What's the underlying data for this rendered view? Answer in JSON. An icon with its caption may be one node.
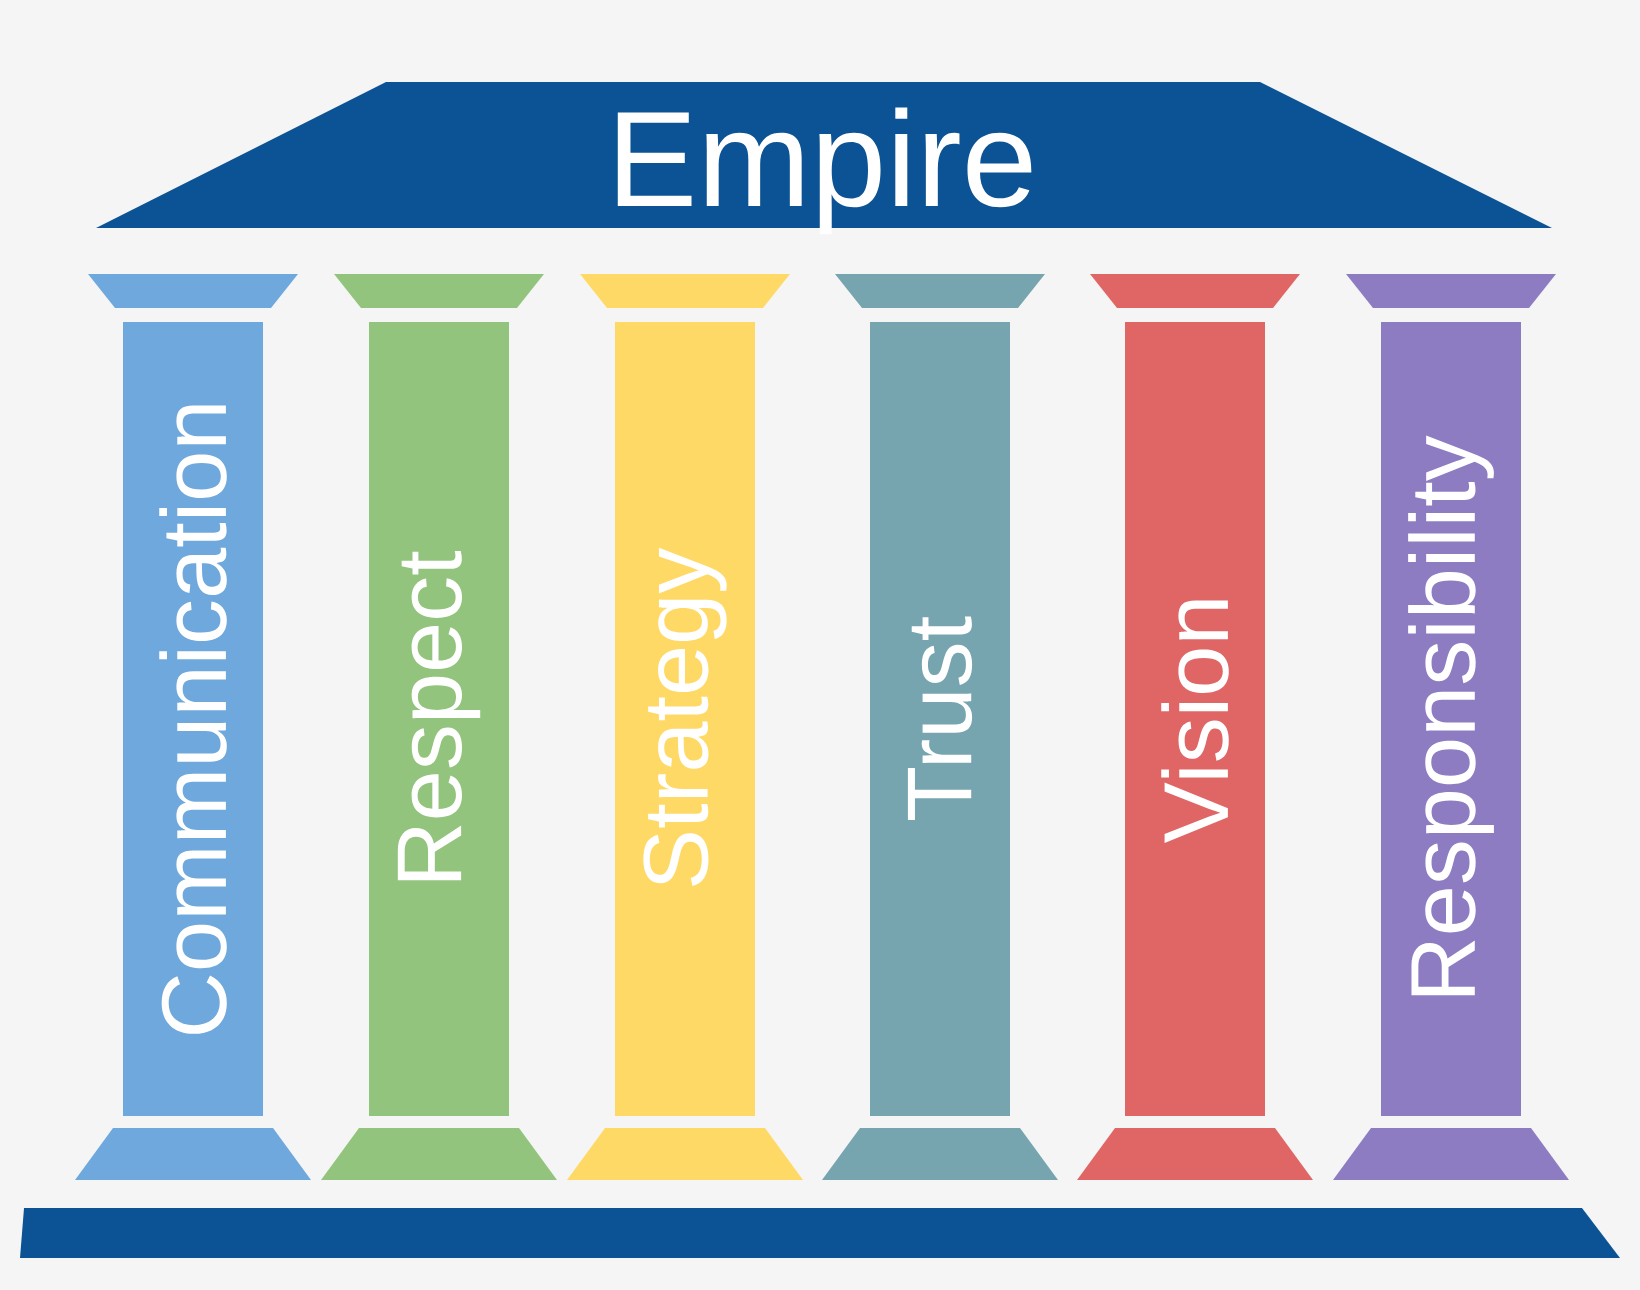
{
  "diagram": {
    "nodes": [
      {
        "text": [
          "Empire"
        ]
      },
      {
        "text": [
          "Communication"
        ]
      },
      {
        "text": [
          "Respect"
        ]
      },
      {
        "text": [
          "Strategy"
        ]
      },
      {
        "text": [
          "Trust"
        ]
      },
      {
        "text": [
          "Vision"
        ]
      },
      {
        "text": [
          "Responsibility"
        ]
      },
      {
        "text": [],
        "shape": "bar"
      }
    ]
  }
}
